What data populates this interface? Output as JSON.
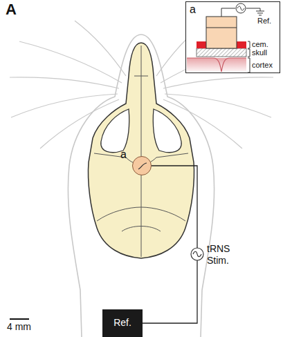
{
  "diagram": {
    "nodes": [
      {
        "text": [
          "a"
        ]
      },
      {
        "text": [
          "a"
        ]
      },
      {
        "text": [
          "Ref."
        ]
      }
    ],
    "edges": [
      {
        "from": 1,
        "to": 2,
        "arrow": "none",
        "label": "tRNS Stim."
      }
    ],
    "labels": [
      "A",
      "Ref.",
      "cem.",
      "skull",
      "cortex",
      "4 mm"
    ]
  }
}
